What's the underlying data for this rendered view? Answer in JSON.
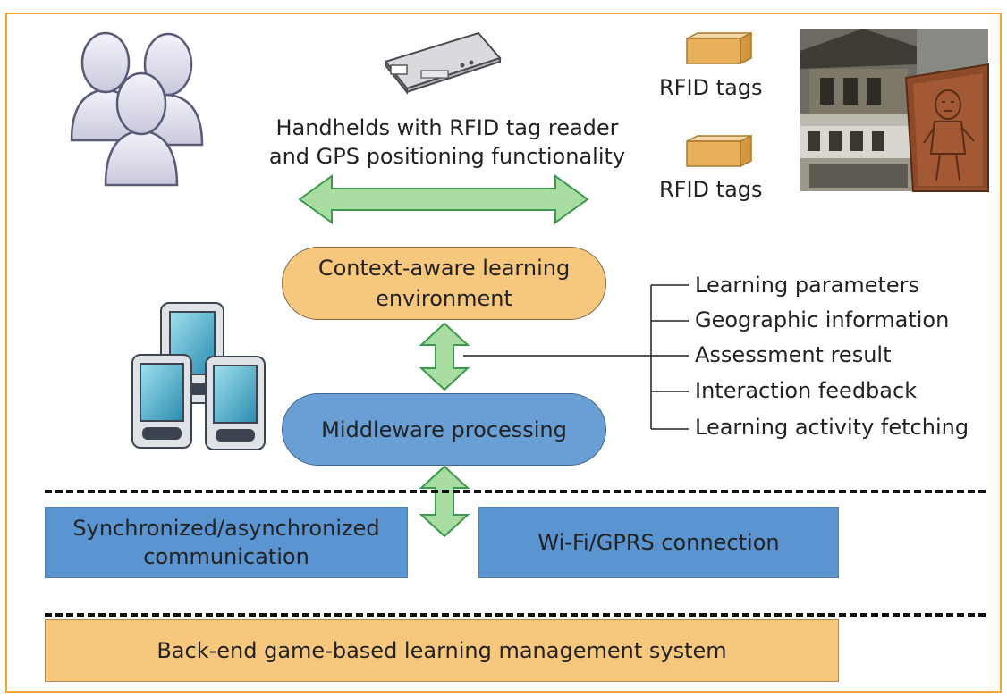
{
  "handheld_label": {
    "line1": "Handhelds with RFID tag reader",
    "line2": "and GPS positioning functionality"
  },
  "rfid_tags": [
    {
      "label": "RFID tags"
    },
    {
      "label": "RFID tags"
    }
  ],
  "context_box": {
    "line1": "Context-aware learning",
    "line2": "environment"
  },
  "middleware_box": {
    "label": "Middleware processing"
  },
  "data_flows": [
    {
      "label": "Learning parameters"
    },
    {
      "label": "Geographic information"
    },
    {
      "label": "Assessment result"
    },
    {
      "label": "Interaction feedback"
    },
    {
      "label": "Learning activity fetching"
    }
  ],
  "sync_box": {
    "line1": "Synchronized/asynchronized",
    "line2": "communication"
  },
  "wifi_box": {
    "label": "Wi-Fi/GPRS connection"
  },
  "backend_box": {
    "label": "Back-end game-based learning management system"
  },
  "colors": {
    "border": "#f0a830",
    "orange_box": "#f8c77e",
    "blue_box": "#6a9fd6",
    "blue_rect": "#5b95d1",
    "arrow_green": "#a8dca0",
    "arrow_stroke": "#3c9a4c"
  },
  "icons": [
    "users-icon",
    "rfid-reader-device-icon",
    "rfid-tag-icon",
    "heritage-photo",
    "pda-devices-icon"
  ]
}
